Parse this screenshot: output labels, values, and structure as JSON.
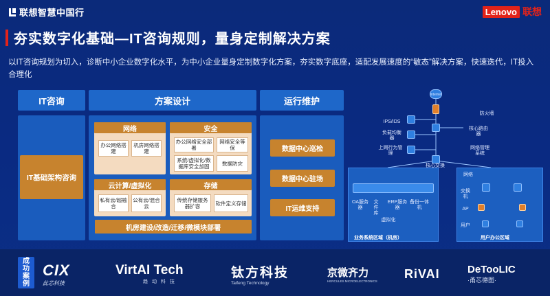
{
  "header": {
    "brand": "联想智慧中国行",
    "lenovo_en": "Lenovo",
    "lenovo_cn": "联想"
  },
  "title": "夯实数字化基础—IT咨询规则，量身定制解决方案",
  "intro": "以IT咨询规划为切入，诊断中小企业数字化水平，为中小企业量身定制数字化方案，夯实数字底座，适配发展速度的“敏态”解决方案，快速迭代，IT投入合理化",
  "columns": {
    "consult": {
      "head": "IT咨询",
      "box": "IT基础架构咨询"
    },
    "design": {
      "head": "方案设计",
      "network": {
        "title": "网络",
        "items": [
          "办公网络搭建",
          "机房网络搭建"
        ]
      },
      "security": {
        "title": "安全",
        "items": [
          "办公网络安全部署",
          "网络安全等保",
          "系统/虚拟化/数据库安全加固",
          "数据防灾"
        ]
      },
      "cloud": {
        "title": "云计算/虚拟化",
        "items": [
          "私有云/超融合",
          "公有云/混合云"
        ]
      },
      "storage": {
        "title": "存储",
        "items": [
          "传统存储服务器扩容",
          "软件定义存储"
        ]
      },
      "bottom_bar": "机房建设/改造/迁移/微模块部署"
    },
    "ops": {
      "head": "运行维护",
      "items": [
        "数据中心巡检",
        "数据中心驻场",
        "IT运维支持"
      ]
    }
  },
  "diagram": {
    "labels": {
      "internet": "Internet",
      "firewall": "防火墙",
      "ips": "IPS/IDS",
      "lb": "负载均衡器",
      "behavior": "上网行为管理",
      "core_router": "核心路由器",
      "net_mgmt": "网络管理系统",
      "core_switch": "核心交换机",
      "oa": "OA服务器",
      "file": "文件库",
      "erp": "ERP服务器",
      "backup": "备份一体机",
      "virt": "虚拟化",
      "business_zone": "业务系统区域（机房）",
      "network": "网络",
      "switch": "交换机",
      "ap": "AP",
      "user": "用户",
      "office_zone": "用户办公区域"
    }
  },
  "cases": {
    "label_chars": [
      "成",
      "功",
      "案",
      "例"
    ],
    "logos": [
      {
        "name": "CIX",
        "sub": "此芯科技"
      },
      {
        "name": "VirtAI Tech",
        "sub": "趋动科技"
      },
      {
        "name": "钛方科技",
        "sub": "Taifeng Technology"
      },
      {
        "name": "京微齐力",
        "sub": "HERCULES MICROELECTRONICS"
      },
      {
        "name": "RiVAI",
        "sub": ""
      },
      {
        "name": "DeTooLIC",
        "sub": "·甬芯德图·"
      }
    ]
  },
  "colors": {
    "background": "#0b2a7a",
    "accent_red": "#e2231a",
    "column_blue": "#1e67c9",
    "box_orange": "#c7832e",
    "section_bg": "#f4dbc0"
  }
}
